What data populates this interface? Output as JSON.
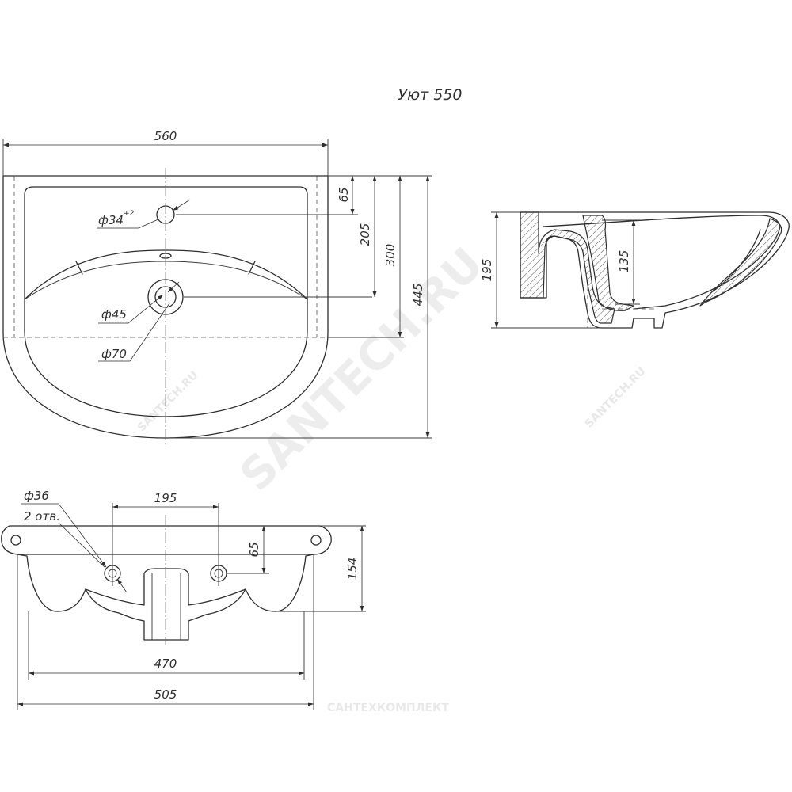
{
  "drawing": {
    "title": "Уют 550",
    "top_view": {
      "width": "560",
      "offset_1": "65",
      "offset_2": "205",
      "offset_3": "300",
      "depth": "445",
      "tap_hole": "ф34",
      "tap_hole_tol": "+2",
      "drain_hole": "ф45",
      "drain_outer": "ф70"
    },
    "side_view": {
      "height": "195",
      "inner_depth": "135"
    },
    "front_view": {
      "hole": "ф36",
      "hole_count": "2 отв.",
      "hole_spacing": "195",
      "hole_height": "65",
      "height": "154",
      "inner_width": "470",
      "outer_width": "505"
    }
  },
  "watermarks": {
    "main": "SANTECH.RU",
    "small_1": "SANTECH.RU",
    "small_2": "SANTECH.RU",
    "footer": "САНТЕХКОМПЛЕКТ"
  },
  "colors": {
    "line": "#2e2e2e",
    "background": "#ffffff"
  }
}
